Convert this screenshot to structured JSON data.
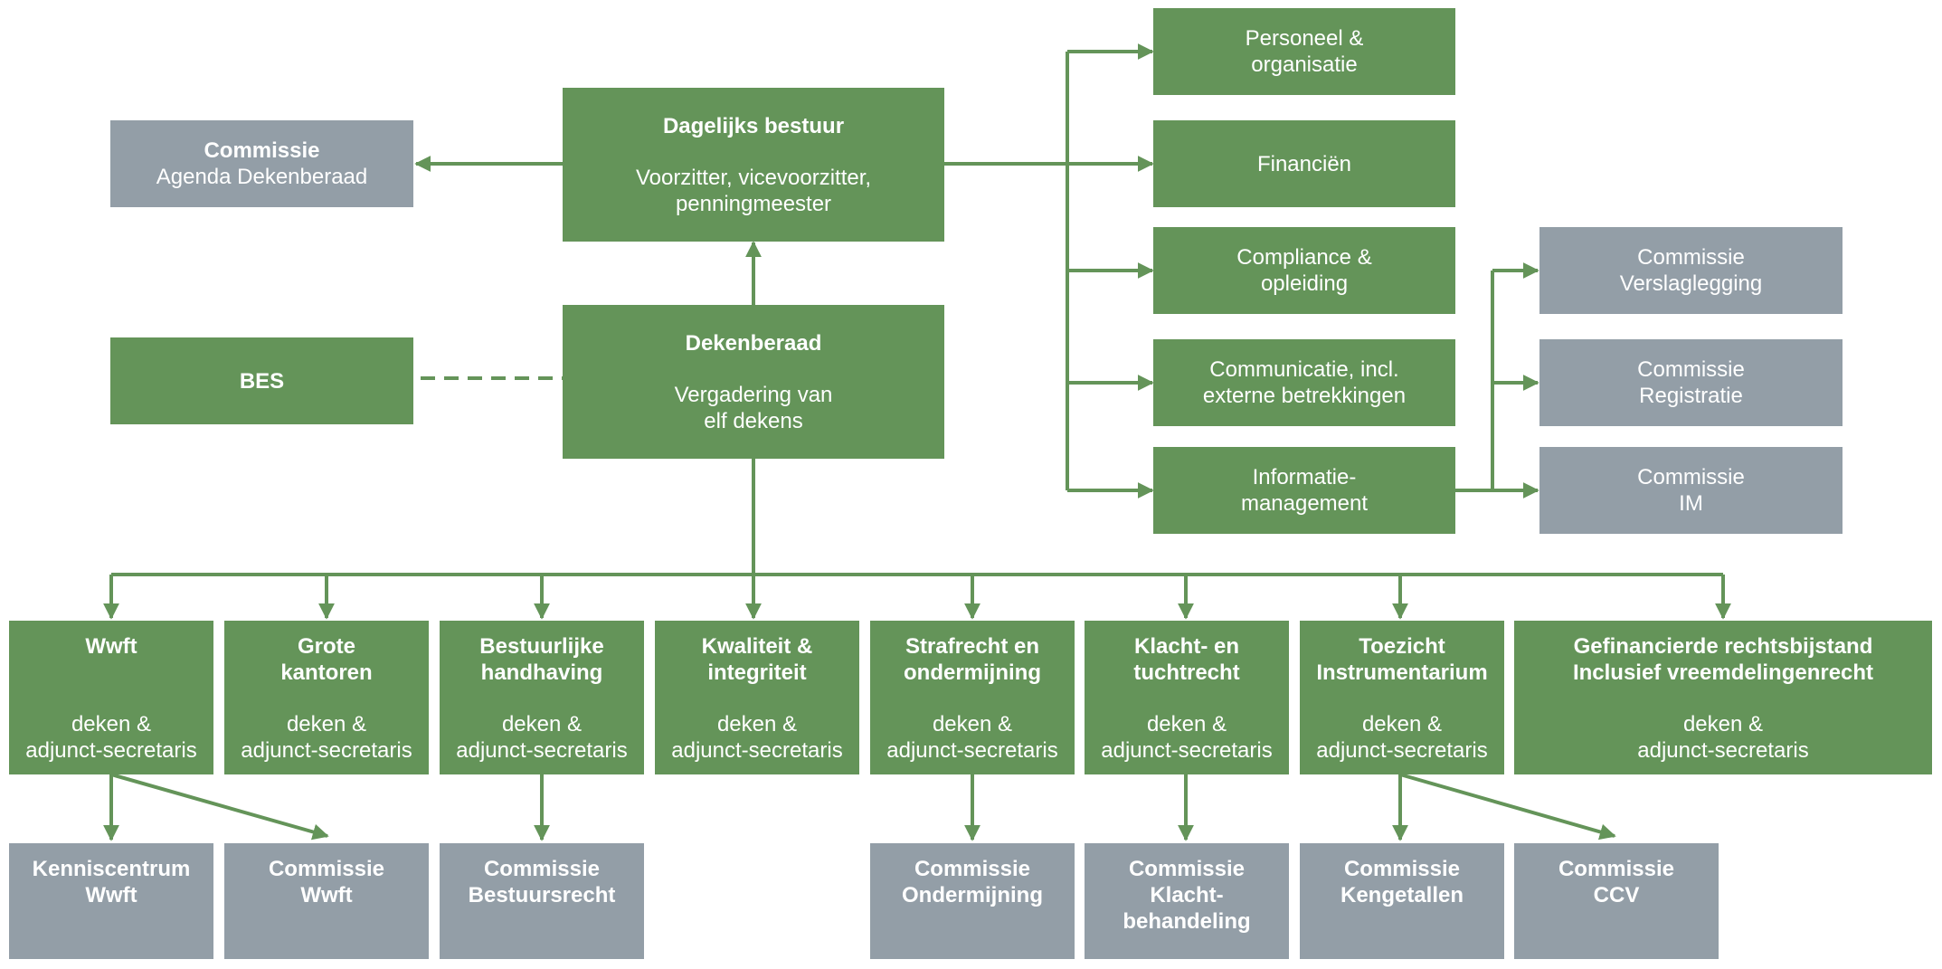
{
  "colors": {
    "green": "#649459",
    "grey": "#939ea7",
    "line": "#649459"
  },
  "nodes": {
    "commissie_agenda": {
      "title": "Commissie",
      "sub": "Agenda Dekenberaad"
    },
    "dagelijks_bestuur": {
      "title": "Dagelijks bestuur",
      "sub1": "Voorzitter, vicevoorzitter,",
      "sub2": "penningmeester"
    },
    "bes": {
      "title": "BES"
    },
    "dekenberaad": {
      "title": "Dekenberaad",
      "sub1": "Vergadering van",
      "sub2": "elf dekens"
    },
    "personeel": {
      "l1": "Personeel &",
      "l2": "organisatie"
    },
    "financien": {
      "l1": "Financiën"
    },
    "compliance": {
      "l1": "Compliance &",
      "l2": "opleiding"
    },
    "communicatie": {
      "l1": "Communicatie, incl.",
      "l2": "externe betrekkingen"
    },
    "informatie": {
      "l1": "Informatie-",
      "l2": "management"
    },
    "c_verslag": {
      "l1": "Commissie",
      "l2": "Verslaglegging"
    },
    "c_registratie": {
      "l1": "Commissie",
      "l2": "Registratie"
    },
    "c_im": {
      "l1": "Commissie",
      "l2": "IM"
    },
    "wwft": {
      "t1": "Wwft",
      "t2": "",
      "s1": "deken &",
      "s2": "adjunct-secretaris"
    },
    "grote": {
      "t1": "Grote",
      "t2": "kantoren",
      "s1": "deken &",
      "s2": "adjunct-secretaris"
    },
    "bestuurlijke": {
      "t1": "Bestuurlijke",
      "t2": "handhaving",
      "s1": "deken &",
      "s2": "adjunct-secretaris"
    },
    "kwaliteit": {
      "t1": "Kwaliteit &",
      "t2": "integriteit",
      "s1": "deken &",
      "s2": "adjunct-secretaris"
    },
    "strafrecht": {
      "t1": "Strafrecht en",
      "t2": "ondermijning",
      "s1": "deken &",
      "s2": "adjunct-secretaris"
    },
    "klacht": {
      "t1": "Klacht- en",
      "t2": "tuchtrecht",
      "s1": "deken &",
      "s2": "adjunct-secretaris"
    },
    "toezicht": {
      "t1": "Toezicht",
      "t2": "Instrumentarium",
      "s1": "deken &",
      "s2": "adjunct-secretaris"
    },
    "gefinancierde": {
      "t1": "Gefinancierde rechtsbijstand",
      "t2": "Inclusief vreemdelingenrecht",
      "s1": "deken &",
      "s2": "adjunct-secretaris"
    },
    "kenniscentrum": {
      "t1": "Kenniscentrum",
      "t2": "Wwft"
    },
    "c_wwft": {
      "t1": "Commissie",
      "t2": "Wwft"
    },
    "c_bestuursrecht": {
      "t1": "Commissie",
      "t2": "Bestuursrecht"
    },
    "c_ondermijning": {
      "t1": "Commissie",
      "t2": "Ondermijning"
    },
    "c_klacht": {
      "t1": "Commissie",
      "t2": "Klacht-",
      "t3": "behandeling"
    },
    "c_kengetallen": {
      "t1": "Commissie",
      "t2": "Kengetallen"
    },
    "c_ccv": {
      "t1": "Commissie",
      "t2": "CCV"
    }
  }
}
